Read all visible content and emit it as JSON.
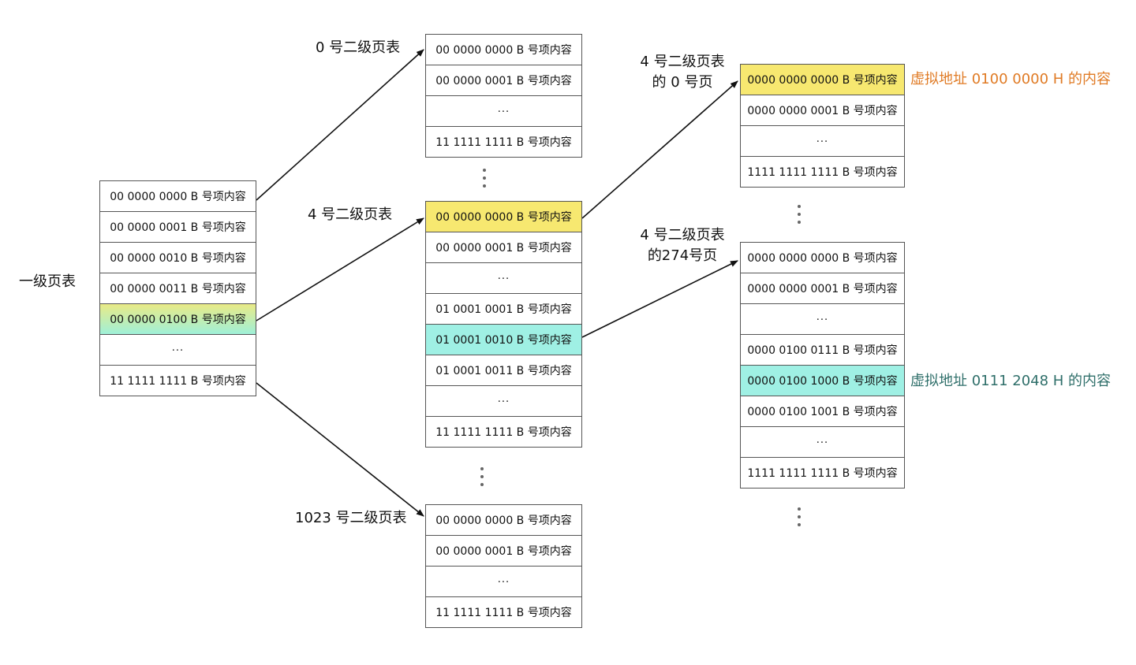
{
  "colors": {
    "highlight_yellow": "#f7e870",
    "highlight_cyan": "#9ff0e4",
    "annotation_orange": "#e07b25",
    "annotation_teal": "#2f6f6a"
  },
  "level1": {
    "title": "一级页表",
    "rows": [
      "00 0000 0000 B 号项内容",
      "00 0000 0001 B 号项内容",
      "00 0000 0010 B 号项内容",
      "00 0000 0011 B 号项内容",
      "00 0000 0100 B 号项内容",
      "...",
      "11 1111 1111 B 号项内容"
    ]
  },
  "level2_table0": {
    "title": "0 号二级页表",
    "rows": [
      "00 0000 0000 B 号项内容",
      "00 0000 0001 B 号项内容",
      "...",
      "11 1111 1111 B 号项内容"
    ]
  },
  "level2_table4": {
    "title": "4 号二级页表",
    "rows": [
      "00 0000 0000 B 号项内容",
      "00 0000 0001 B 号项内容",
      "...",
      "01 0001 0001 B 号项内容",
      "01 0001 0010 B 号项内容",
      "01 0001 0011 B 号项内容",
      "...",
      "11 1111 1111 B 号项内容"
    ]
  },
  "level2_table1023": {
    "title": "1023 号二级页表",
    "rows": [
      "00 0000 0000 B 号项内容",
      "00 0000 0001 B 号项内容",
      "...",
      "11 1111 1111 B 号项内容"
    ]
  },
  "page0": {
    "title_line1": "4 号二级页表",
    "title_line2": "的 0 号页",
    "annotation": "虚拟地址 0100 0000 H 的内容",
    "rows": [
      "0000 0000 0000 B 号项内容",
      "0000 0000 0001 B 号项内容",
      "...",
      "1111 1111 1111 B 号项内容"
    ]
  },
  "page274": {
    "title_line1": "4 号二级页表",
    "title_line2": "的274号页",
    "annotation": "虚拟地址 0111 2048 H 的内容",
    "rows": [
      "0000 0000 0000 B 号项内容",
      "0000 0000 0001 B 号项内容",
      "...",
      "0000 0100 0111 B 号项内容",
      "0000 0100 1000 B 号项内容",
      "0000 0100 1001 B 号项内容",
      "...",
      "1111 1111 1111 B 号项内容"
    ]
  }
}
